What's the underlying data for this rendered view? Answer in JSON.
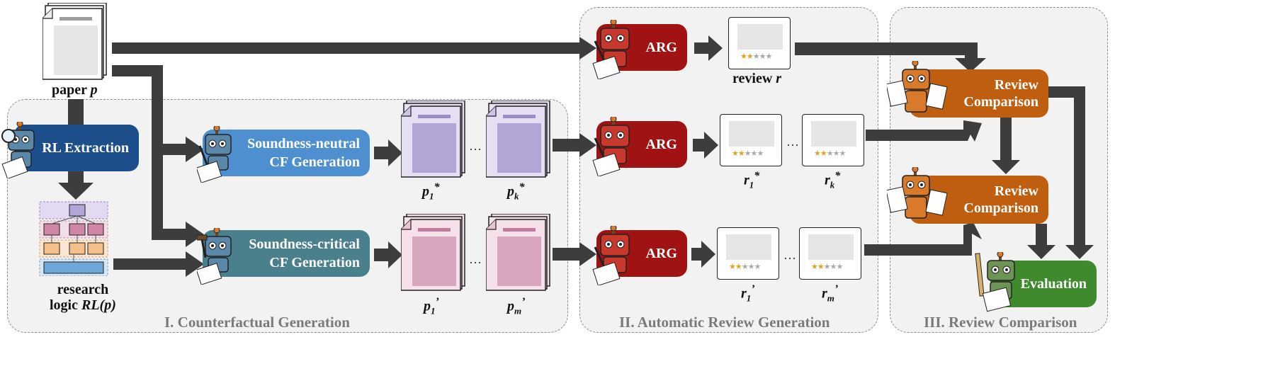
{
  "panels": {
    "counterfactual": "I. Counterfactual Generation",
    "review_generation": "II. Automatic Review Generation",
    "review_comparison": "III. Review Comparison"
  },
  "inputs": {
    "paper_label": "paper ",
    "paper_var": "p",
    "rl_label_line1": "research",
    "rl_label_line2": "logic ",
    "rl_var": "RL(p)"
  },
  "modules": {
    "rl_extraction": "RL Extraction",
    "neutral_line1": "Soundness-neutral",
    "neutral_line2": "CF Generation",
    "critical_line1": "Soundness-critical",
    "critical_line2": "CF Generation",
    "arg": "ARG",
    "review_comparison_line1": "Review",
    "review_comparison_line2": "Comparison",
    "evaluation": "Evaluation"
  },
  "papers": {
    "neutral_first": "p",
    "neutral_first_sub": "1",
    "neutral_first_sup": "*",
    "neutral_last": "p",
    "neutral_last_sub": "k",
    "neutral_last_sup": "*",
    "critical_first": "p",
    "critical_first_sub": "1",
    "critical_first_sup": "’",
    "critical_last": "p",
    "critical_last_sub": "m",
    "critical_last_sup": "’"
  },
  "reviews": {
    "original_label": "review ",
    "original_var": "r",
    "neutral_first": "r",
    "neutral_first_sub": "1",
    "neutral_first_sup": "*",
    "neutral_last": "r",
    "neutral_last_sub": "k",
    "neutral_last_sup": "*",
    "critical_first": "r",
    "critical_first_sub": "1",
    "critical_first_sup": "’",
    "critical_last": "r",
    "critical_last_sub": "m",
    "critical_last_sup": "’",
    "rating_filled": 2,
    "rating_total": 5
  },
  "ellipsis": "…",
  "colors": {
    "arrow": "#3d3d3d",
    "rl_extraction": "#1d4e8c",
    "neutral": "#4e8fd0",
    "critical": "#4a7f8c",
    "arg": "#a11313",
    "review_comparison": "#bf5e0e",
    "evaluation": "#3f8a2d",
    "neutral_paper": "#b3a6d6",
    "critical_paper": "#d8a6bf",
    "robot_blue": "#5b87a8",
    "robot_red": "#c9382c",
    "robot_orange": "#d97a2b",
    "robot_green": "#6d9455"
  }
}
